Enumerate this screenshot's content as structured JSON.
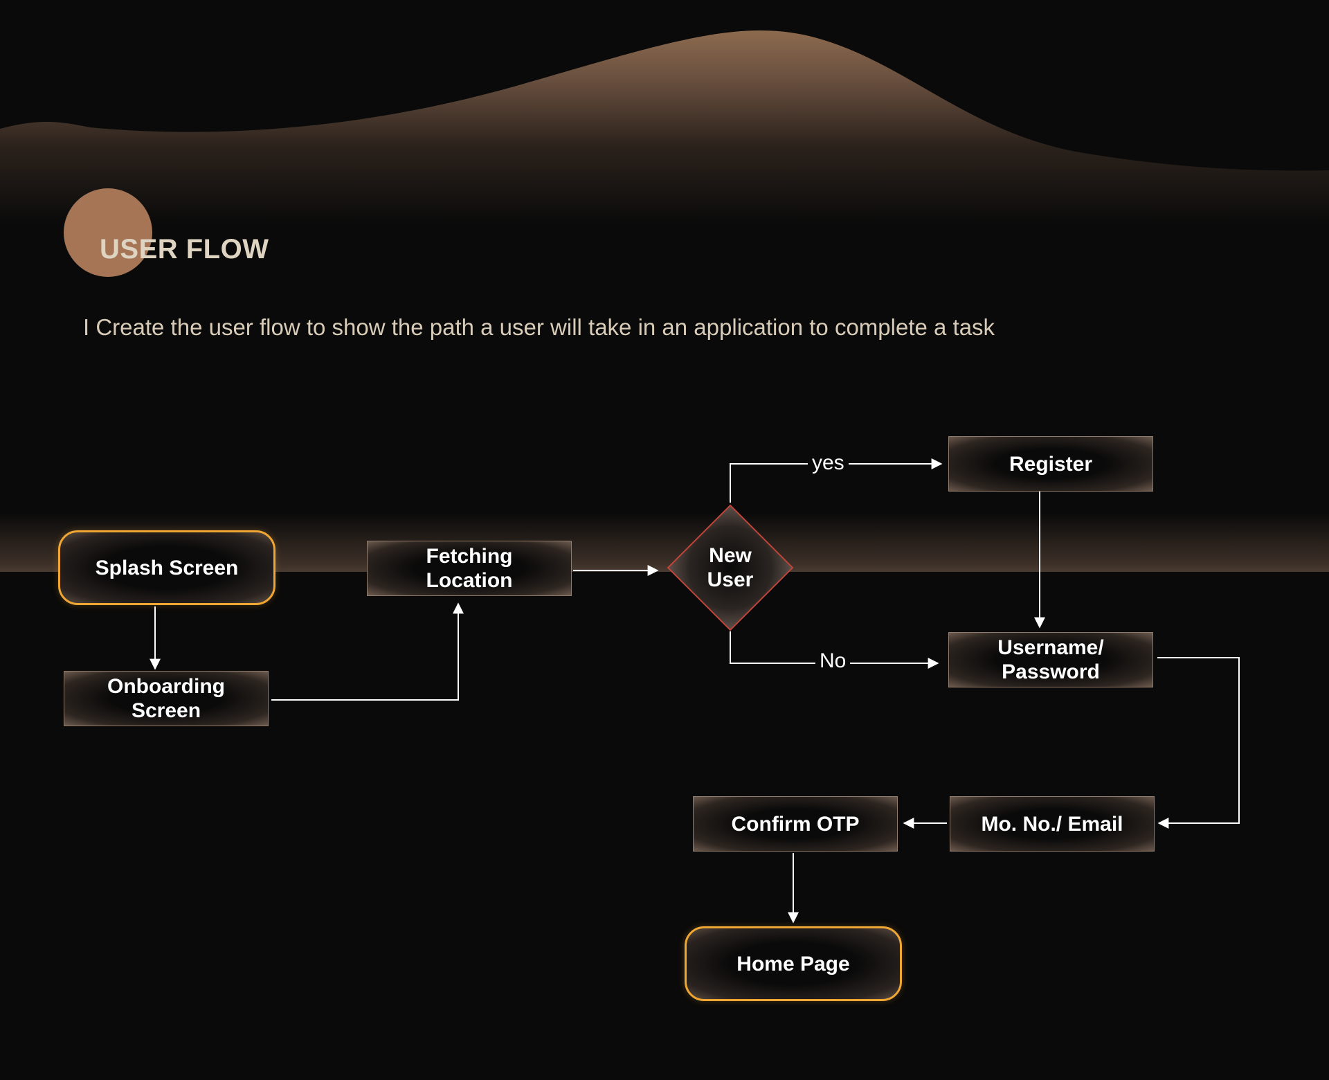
{
  "header": {
    "title": "USER FLOW",
    "subtitle": "I Create the user flow to show the path a user will take in an application to complete a task"
  },
  "colors": {
    "background": "#0a0a0a",
    "accent_brown": "#a57556",
    "terminal_border": "#f0a632",
    "decision_border": "#c0443a",
    "connector": "#ffffff"
  },
  "flow": {
    "splash": "Splash Screen",
    "onboarding": "Onboarding\nScreen",
    "fetching": "Fetching\nLocation",
    "decision": "New\nUser",
    "register": "Register",
    "username": "Username/\nPassword",
    "mobile": "Mo. No./ Email",
    "otp": "Confirm OTP",
    "home": "Home Page",
    "yes_label": "yes",
    "no_label": "No"
  }
}
